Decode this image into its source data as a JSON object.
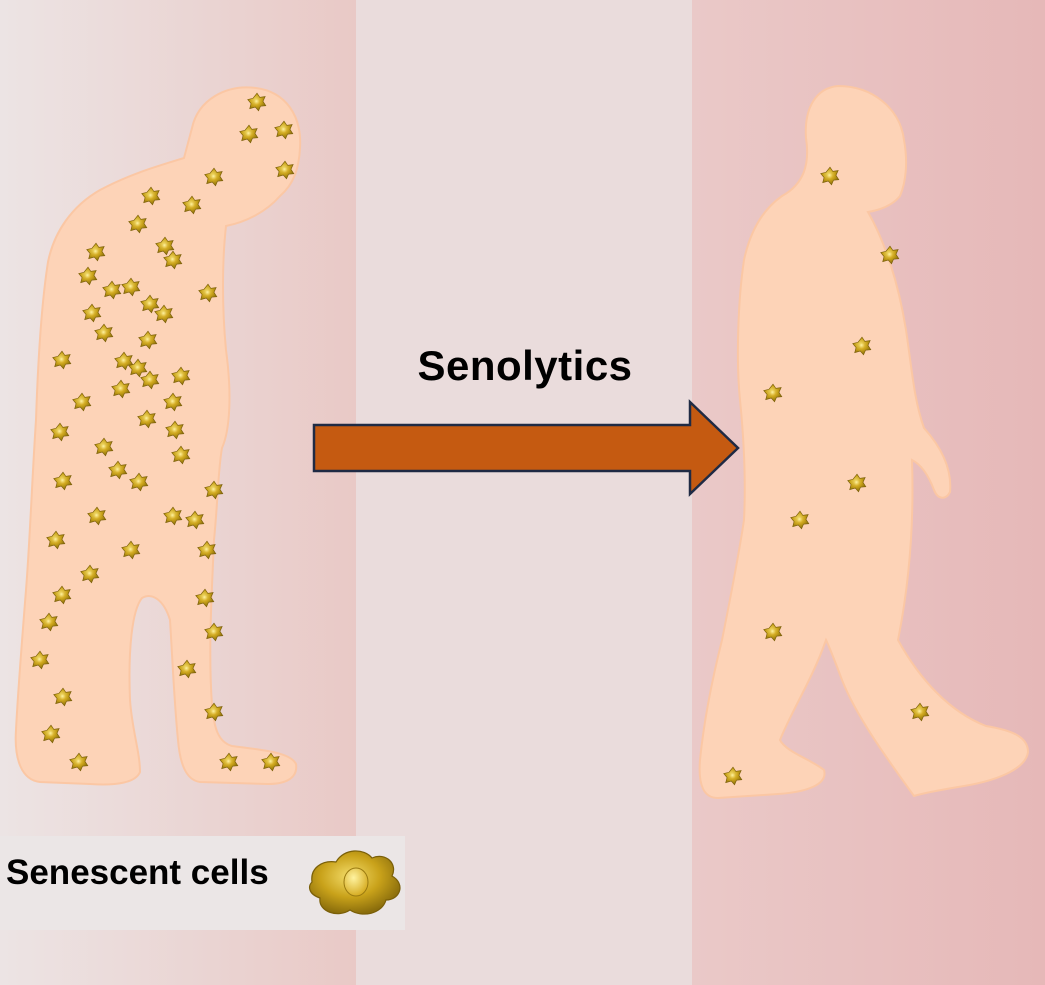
{
  "title": "Senolytics",
  "legend": {
    "label": "Senescent cells",
    "icon": "senescent-cell-icon"
  },
  "colors": {
    "skin": "#fdd3b7",
    "skin_edge": "#fbc9a8",
    "arrow_fill": "#c55a11",
    "arrow_stroke": "#1f2a44",
    "cell_fill": "#c9a21a",
    "cell_dark": "#8a6d0c",
    "panel_left": "#efd6d4",
    "panel_mid": "#eadcdc",
    "panel_right": "#e7bcbc",
    "legend_bg": "#ebe6e6"
  },
  "figures": [
    {
      "name": "aged-figure",
      "state": "before",
      "senescent_cell_count": 56
    },
    {
      "name": "rejuvenated-figure",
      "state": "after",
      "senescent_cell_count": 9
    }
  ]
}
